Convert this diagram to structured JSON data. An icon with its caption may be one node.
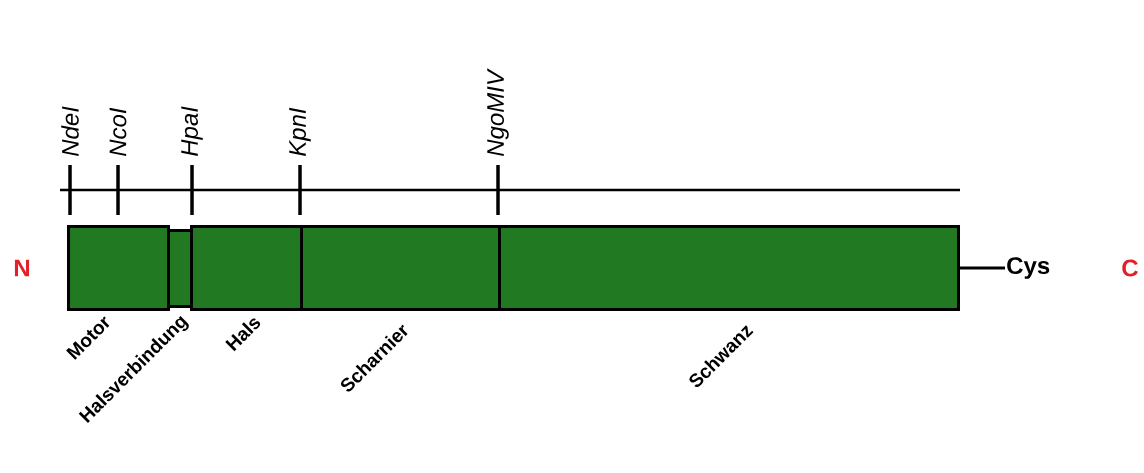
{
  "diagram": {
    "nodes": [
      {
        "text": [
          "Motor"
        ]
      },
      {
        "text": [
          "Halsverbindung"
        ]
      },
      {
        "text": [
          "Hals"
        ]
      },
      {
        "text": [
          "Scharnier"
        ]
      },
      {
        "text": [
          "Schwanz"
        ]
      },
      {
        "text": [
          "Cys"
        ]
      }
    ],
    "edges": [
      {
        "from": 4,
        "to": 5,
        "arrow": "none"
      }
    ],
    "labels": [
      "N",
      "NdeI",
      "NcoI",
      "HpaI",
      "KpnI",
      "NgoMIV",
      "C"
    ]
  }
}
